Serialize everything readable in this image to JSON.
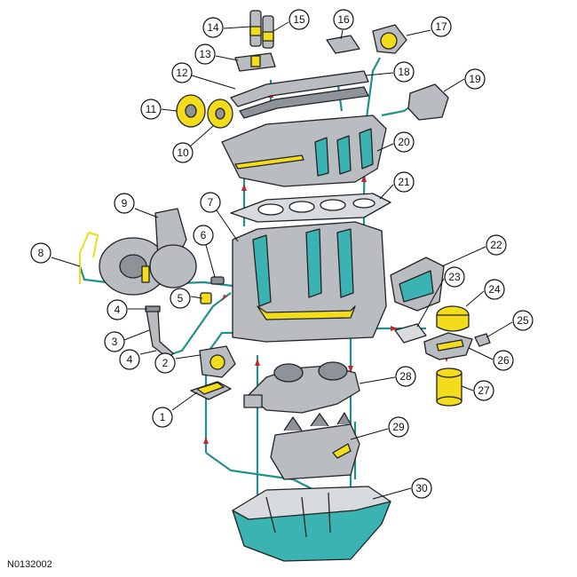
{
  "figure_id": "N0132002",
  "callouts": [
    "1",
    "2",
    "3",
    "4",
    "4",
    "5",
    "6",
    "7",
    "8",
    "9",
    "10",
    "11",
    "12",
    "13",
    "14",
    "15",
    "16",
    "17",
    "18",
    "19",
    "20",
    "21",
    "22",
    "23",
    "24",
    "25",
    "26",
    "27",
    "28",
    "29",
    "30"
  ],
  "colors": {
    "oil_pressure_teal": "#3bb3b3",
    "filter_yellow": "#f2dc1c",
    "flow_arrow_red": "#c0262d",
    "component_grey": "#b9bdc2"
  }
}
